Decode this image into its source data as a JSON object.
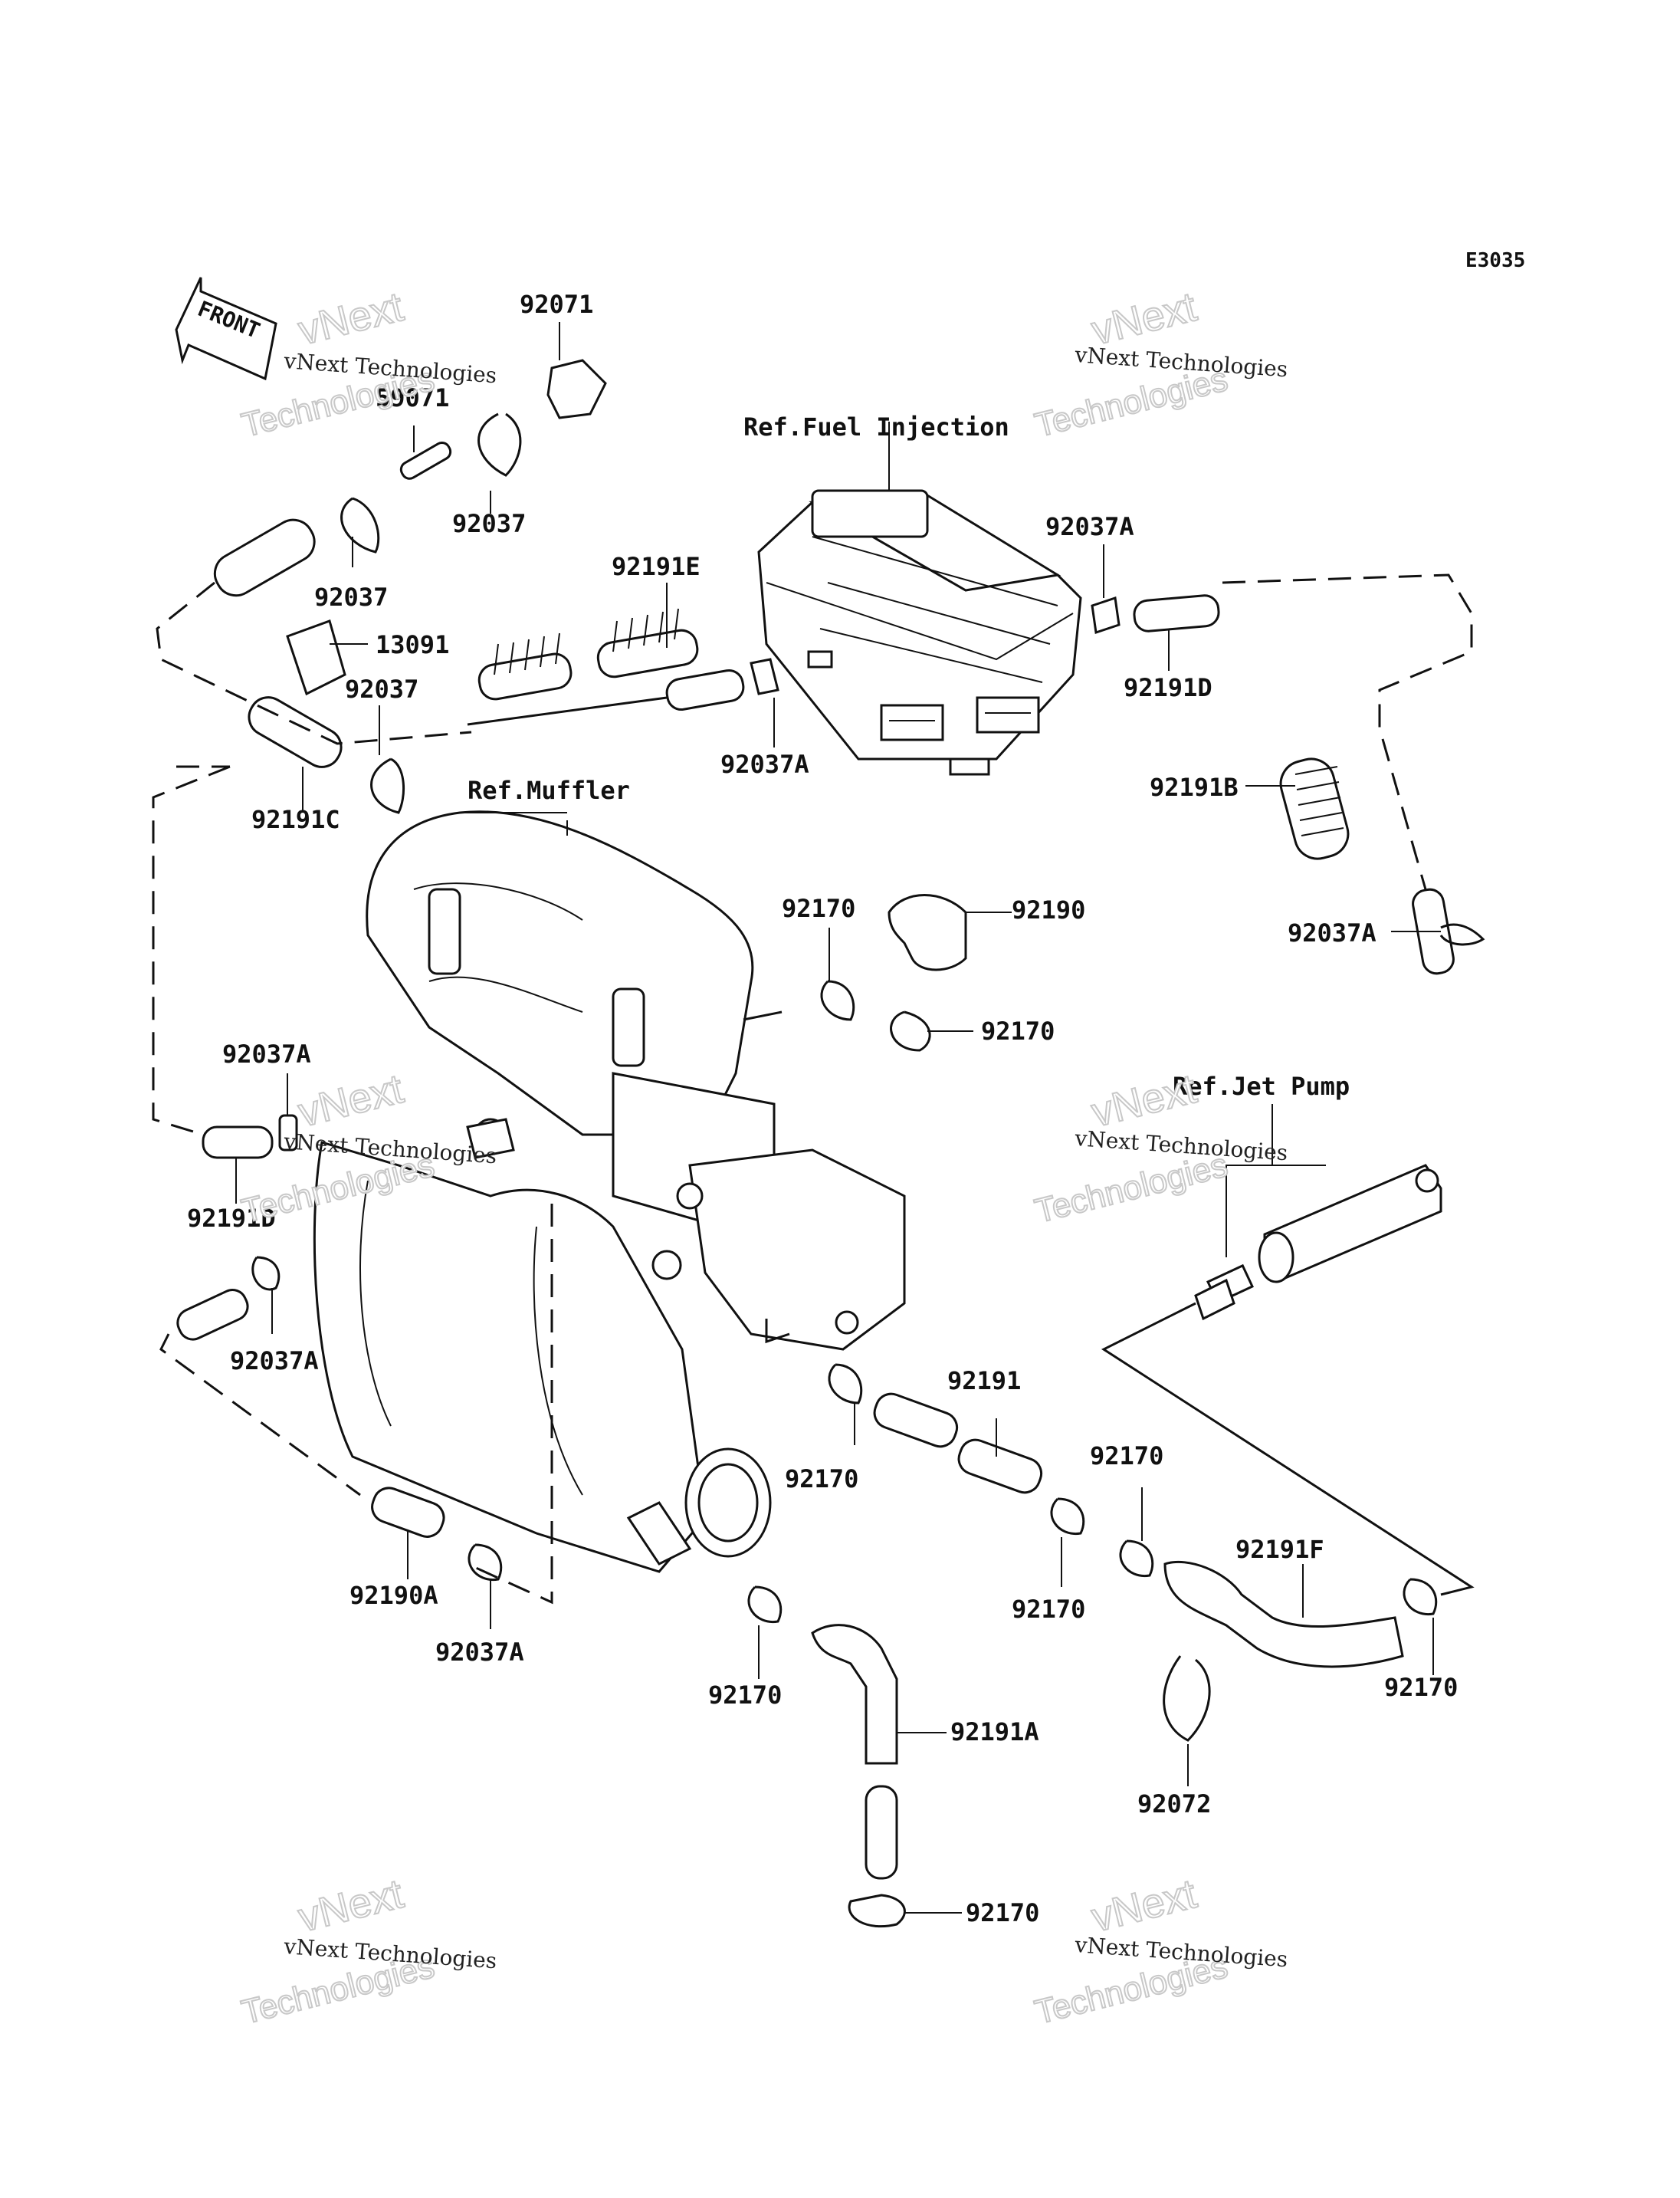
{
  "diagram_code": "E3035",
  "front_label": "FRONT",
  "references": {
    "fuel_injection": "Ref.Fuel Injection",
    "muffler": "Ref.Muffler",
    "jet_pump": "Ref.Jet Pump"
  },
  "part_labels": {
    "p92071": "92071",
    "p59071": "59071",
    "p92037_top": "92037",
    "p92037_left": "92037",
    "p92037_mid": "92037",
    "p13091": "13091",
    "p92191E": "92191E",
    "p92037A_ecu": "92037A",
    "p92037A_right": "92037A",
    "p92191D_right": "92191D",
    "p92191B": "92191B",
    "p92037A_far_right": "92037A",
    "p92191C": "92191C",
    "p92170_a": "92170",
    "p92190": "92190",
    "p92170_b": "92170",
    "p92037A_left": "92037A",
    "p92191D_left": "92191D",
    "p92037A_lower_left": "92037A",
    "p92191": "92191",
    "p92170_c": "92170",
    "p92170_d": "92170",
    "p92170_e": "92170",
    "p92191F": "92191F",
    "p92170_f": "92170",
    "p92190A": "92190A",
    "p92037A_bottom": "92037A",
    "p92170_g": "92170",
    "p92191A": "92191A",
    "p92072": "92072",
    "p92170_h": "92170"
  },
  "watermark": {
    "line1": "vNext Technologies",
    "line2": "vNext",
    "line3": "Technologies"
  }
}
